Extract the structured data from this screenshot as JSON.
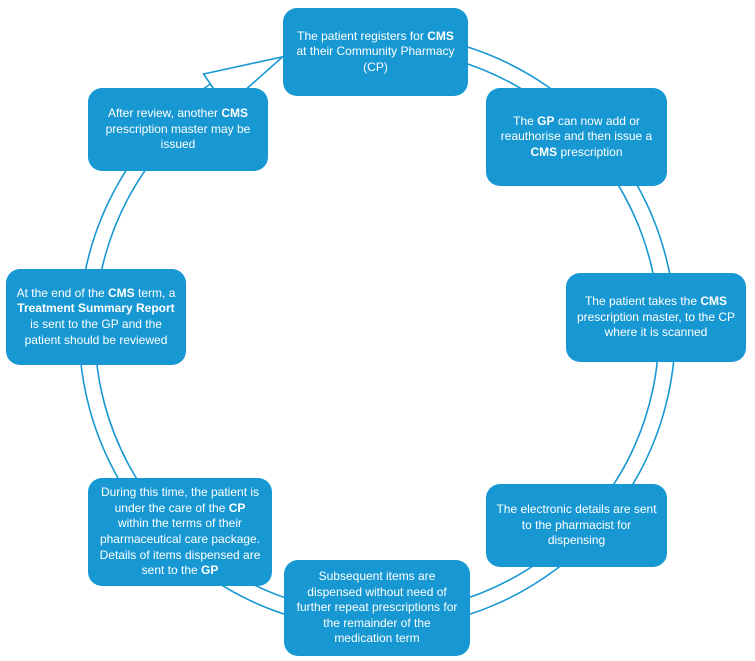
{
  "colors": {
    "accent": "#1798d3",
    "step_text": "#ffffff",
    "page_background": "#ffffff"
  },
  "diagram": {
    "type": "cycle",
    "flow_direction": "clockwise",
    "steps": [
      {
        "name": "patient-registers",
        "segments": [
          {
            "text": "The patient registers for ",
            "bold": false
          },
          {
            "text": "CMS",
            "bold": true
          },
          {
            "text": " at their Community Pharmacy (CP)",
            "bold": false
          }
        ]
      },
      {
        "name": "gp-issues-prescription",
        "segments": [
          {
            "text": "The ",
            "bold": false
          },
          {
            "text": "GP",
            "bold": true
          },
          {
            "text": " can now add or reauthorise and then issue a ",
            "bold": false
          },
          {
            "text": "CMS",
            "bold": true
          },
          {
            "text": " prescription",
            "bold": false
          }
        ]
      },
      {
        "name": "patient-takes-master",
        "segments": [
          {
            "text": "The patient takes the ",
            "bold": false
          },
          {
            "text": "CMS",
            "bold": true
          },
          {
            "text": " prescription master, to the CP  where it is scanned",
            "bold": false
          }
        ]
      },
      {
        "name": "electronic-details-sent",
        "segments": [
          {
            "text": "The electronic details  are sent to the pharmacist for dispensing",
            "bold": false
          }
        ]
      },
      {
        "name": "subsequent-items-dispensed",
        "segments": [
          {
            "text": "Subsequent items are dispensed without need of further repeat prescriptions for the remainder of the medication term",
            "bold": false
          }
        ]
      },
      {
        "name": "patient-under-cp-care",
        "segments": [
          {
            "text": "During this time, the patient is under the care of the ",
            "bold": false
          },
          {
            "text": "CP",
            "bold": true
          },
          {
            "text": " within the terms of their pharmaceutical care package. Details of items dispensed are sent to the ",
            "bold": false
          },
          {
            "text": "GP",
            "bold": true
          }
        ]
      },
      {
        "name": "treatment-summary-report",
        "segments": [
          {
            "text": "At the end of the ",
            "bold": false
          },
          {
            "text": "CMS",
            "bold": true
          },
          {
            "text": " term, a ",
            "bold": false
          },
          {
            "text": "Treatment Summary Report",
            "bold": true
          },
          {
            "text": " is  sent to the GP and the patient should be reviewed",
            "bold": false
          }
        ]
      },
      {
        "name": "another-master-issued",
        "segments": [
          {
            "text": "After review, another ",
            "bold": false
          },
          {
            "text": "CMS",
            "bold": true
          },
          {
            "text": " prescription master may be issued",
            "bold": false
          }
        ]
      }
    ]
  }
}
